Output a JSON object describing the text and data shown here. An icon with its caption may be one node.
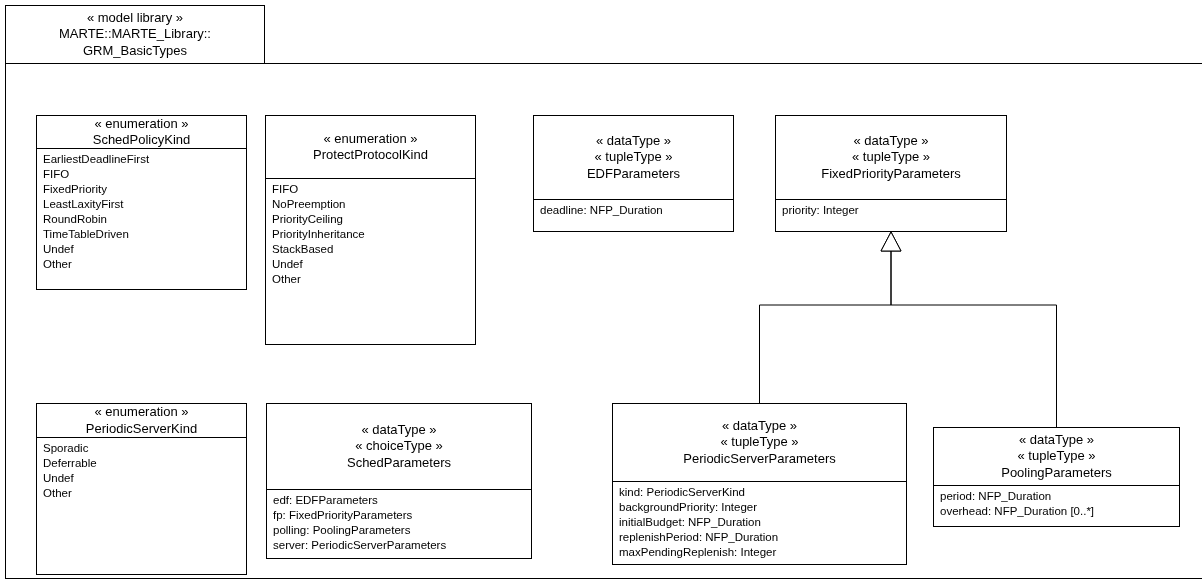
{
  "diagram": {
    "nodes": [
      {
        "text": [
          "« model library » MARTE::MARTE_Library:: GRM_BasicTypes"
        ]
      },
      {
        "text": [
          "« enumeration » SchedPolicyKind",
          "EarliestDeadlineFirst",
          "FIFO",
          "FixedPriority",
          "LeastLaxityFirst",
          "RoundRobin",
          "TimeTableDriven",
          "Undef",
          "Other"
        ],
        "in": 0
      },
      {
        "text": [
          "« enumeration » ProtectProtocolKind",
          "FIFO",
          "NoPreemption",
          "PriorityCeiling",
          "PriorityInheritance",
          "StackBased",
          "Undef",
          "Other"
        ],
        "in": 0
      },
      {
        "text": [
          "« dataType » « tupleType » EDFParameters",
          "deadline: NFP_Duration"
        ],
        "in": 0
      },
      {
        "text": [
          "« dataType » « tupleType » FixedPriorityParameters",
          "priority: Integer"
        ],
        "in": 0
      },
      {
        "text": [
          "« enumeration » PeriodicServerKind",
          "Sporadic",
          "Deferrable",
          "Undef",
          "Other"
        ],
        "in": 0
      },
      {
        "text": [
          "« dataType » « choiceType » SchedParameters",
          "edf: EDFParameters",
          "fp: FixedPriorityParameters",
          "polling: PoolingParameters",
          "server: PeriodicServerParameters"
        ],
        "in": 0
      },
      {
        "text": [
          "« dataType » « tupleType » PeriodicServerParameters",
          "kind: PeriodicServerKind",
          "backgroundPriority: Integer",
          "initialBudget: NFP_Duration",
          "replenishPeriod: NFP_Duration",
          "maxPendingReplenish: Integer"
        ],
        "in": 0
      },
      {
        "text": [
          "« dataType » « tupleType » PoolingParameters",
          "period: NFP_Duration",
          "overhead: NFP_Duration [0..*]"
        ],
        "in": 0
      }
    ],
    "edges": [
      {
        "from": 7,
        "to": 4,
        "arrow": "to"
      },
      {
        "from": 8,
        "to": 4,
        "arrow": "to"
      }
    ]
  }
}
